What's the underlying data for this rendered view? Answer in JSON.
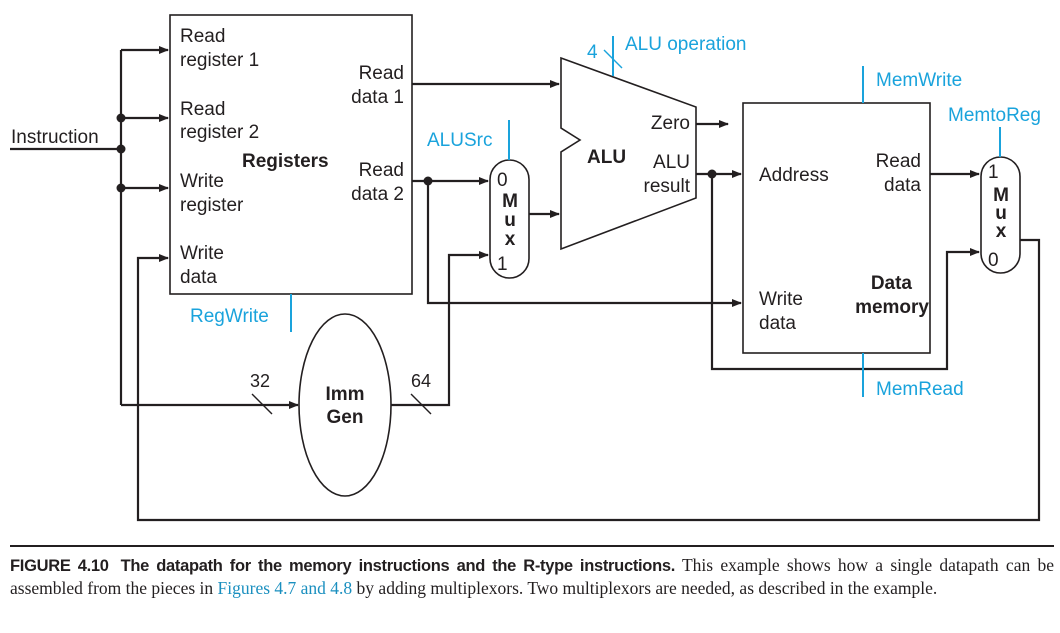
{
  "diagram": {
    "instruction": "Instruction",
    "registers": {
      "title": "Registers",
      "read_register_1": [
        "Read",
        "register 1"
      ],
      "read_register_2": [
        "Read",
        "register 2"
      ],
      "write_register": [
        "Write",
        "register"
      ],
      "write_data": [
        "Write",
        "data"
      ],
      "read_data_1": [
        "Read",
        "data 1"
      ],
      "read_data_2": [
        "Read",
        "data 2"
      ]
    },
    "alu": {
      "title": "ALU",
      "zero": "Zero",
      "result": [
        "ALU",
        "result"
      ],
      "operation_width": "4"
    },
    "alusrc_mux": {
      "letters": [
        "M",
        "u",
        "x"
      ],
      "input_0": "0",
      "input_1": "1"
    },
    "memtoreg_mux": {
      "letters": [
        "M",
        "u",
        "x"
      ],
      "input_1": "1",
      "input_0": "0"
    },
    "data_memory": {
      "title": [
        "Data",
        "memory"
      ],
      "address": "Address",
      "write_data": [
        "Write",
        "data"
      ],
      "read_data": [
        "Read",
        "data"
      ]
    },
    "imm_gen": {
      "title": [
        "Imm",
        "Gen"
      ],
      "in_width": "32",
      "out_width": "64"
    },
    "control_signals": {
      "alu_operation": "ALU operation",
      "alusrc": "ALUSrc",
      "regwrite": "RegWrite",
      "memwrite": "MemWrite",
      "memread": "MemRead",
      "memtoreg": "MemtoReg"
    },
    "colors": {
      "control": "#1aa3dc",
      "wire": "#231f20"
    }
  },
  "caption": {
    "figure_number": "FIGURE 4.10",
    "title": "The datapath for the memory instructions and the R-type instructions.",
    "text_before_link": " This example shows how a single datapath can be assembled from the pieces in ",
    "link_text": "Figures 4.7 and 4.8",
    "text_after_link": " by adding multiplexors. Two multiplexors are needed, as described in the example."
  }
}
